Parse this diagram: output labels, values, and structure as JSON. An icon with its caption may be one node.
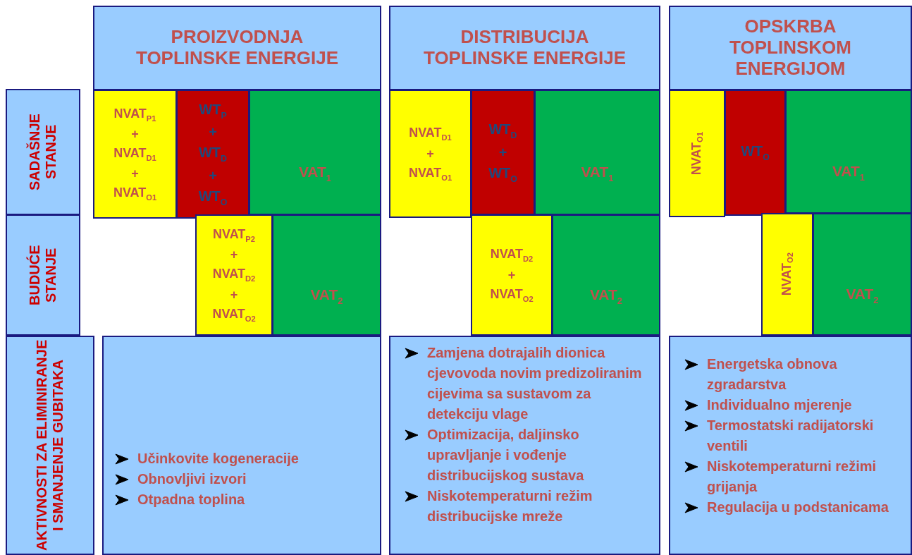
{
  "diagram": {
    "nodes": [
      {
        "text": [
          "PROIZVODNJA TOPLINSKE ENERGIJE"
        ]
      },
      {
        "text": [
          "DISTRIBUCIJA TOPLINSKE ENERGIJE"
        ]
      },
      {
        "text": [
          "OPSKRBA TOPLINSKOM ENERGIJOM"
        ]
      },
      {
        "text": [
          "SADAŠNJE STANJE"
        ]
      },
      {
        "text": [
          "NVAT$_{P1}$",
          "+",
          "NVAT$_{D1}$",
          "+",
          "NVAT$_{O1}$"
        ]
      },
      {
        "text": [
          "WT$_{P}$",
          "+",
          "WT$_{D}$",
          "+",
          "WT$_{O}$"
        ]
      },
      {
        "text": [
          "VAT$_{1}$"
        ]
      },
      {
        "text": [
          "NVAT$_{D1}$",
          "+",
          "NVAT$_{O1}$"
        ]
      },
      {
        "text": [
          "WT$_{D}$",
          "+",
          "WT$_{O}$"
        ]
      },
      {
        "text": [
          "VAT$_{1}$"
        ]
      },
      {
        "text": [
          "NVAT$_{O1}$"
        ]
      },
      {
        "text": [
          "WT$_{O}$"
        ]
      },
      {
        "text": [
          "VAT$_{1}$"
        ]
      },
      {
        "text": [
          "BUDUĆE STANJE"
        ]
      },
      {
        "text": [
          "NVAT$_{P2}$",
          "+",
          "NVAT$_{D2}$",
          "+",
          "NVAT$_{O2}$"
        ]
      },
      {
        "text": [
          "VAT$_{2}$"
        ]
      },
      {
        "text": [
          "NVAT$_{D2}$",
          "+",
          "NVAT$_{O2}$"
        ]
      },
      {
        "text": [
          "VAT$_{2}$"
        ]
      },
      {
        "text": [
          "NVAT$_{O2}$"
        ]
      },
      {
        "text": [
          "VAT$_{2}$"
        ]
      },
      {
        "text": [
          "AKTIVNOSTI ZA ELIMINIRANJE I SMANJENJE GUBITAKA"
        ]
      },
      {
        "text": [
          "Učinkovite kogeneracije",
          "Obnovljivi izvori",
          "Otpadna toplina"
        ]
      },
      {
        "text": [
          "Zamjena dotrajalih dionica cjevovoda novim predizoliranim cijevima sa sustavom za detekciju vlage",
          "Optimizacija, daljinsko upravljanje i vođenje distribucijskog sustava",
          "Niskotemperaturni režim distribucijske mreže"
        ]
      },
      {
        "text": [
          "Energetska obnova zgradarstva",
          "Individualno mjerenje",
          "Termostatski radijatorski ventili",
          "Niskotemperaturni režimi grijanja",
          "Regulacija u podstanicama"
        ]
      }
    ]
  }
}
